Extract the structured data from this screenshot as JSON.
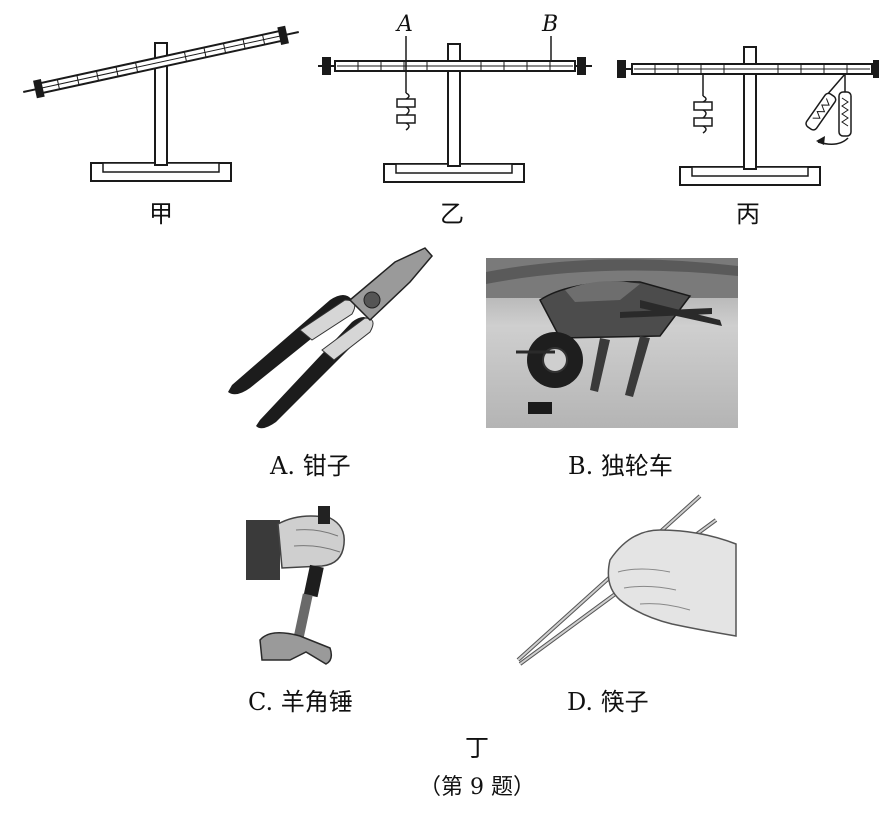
{
  "levers": {
    "jia": {
      "caption": "甲"
    },
    "yi": {
      "caption": "乙",
      "point_a": "A",
      "point_b": "B"
    },
    "bing": {
      "caption": "丙"
    }
  },
  "tools": {
    "a": {
      "label": "A. 钳子",
      "icon": "pliers-icon"
    },
    "b": {
      "label": "B. 独轮车",
      "icon": "wheelbarrow-icon"
    },
    "c": {
      "label": "C. 羊角锤",
      "icon": "claw-hammer-icon"
    },
    "d": {
      "label": "D. 筷子",
      "icon": "chopsticks-icon"
    },
    "group_caption": "丁"
  },
  "figure_caption": "（第 9 题）"
}
